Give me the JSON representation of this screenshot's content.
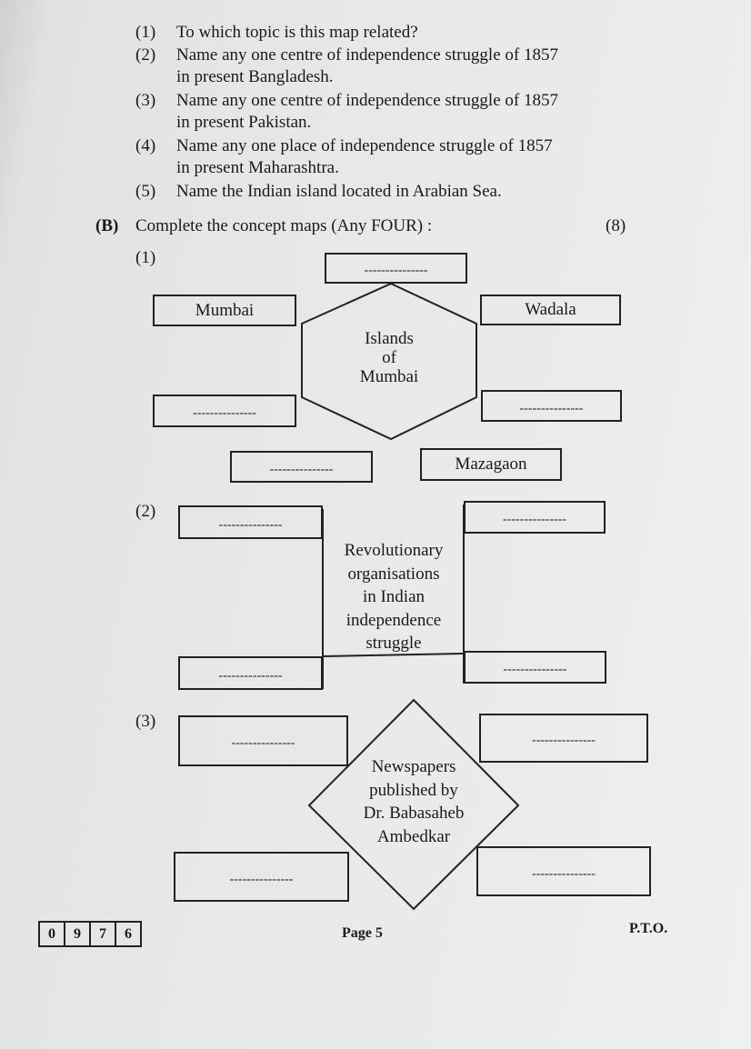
{
  "questions": [
    {
      "num": "(1)",
      "lines": [
        "To which topic is this map related?"
      ]
    },
    {
      "num": "(2)",
      "lines": [
        "Name any one centre of independence struggle of 1857",
        "in present Bangladesh."
      ]
    },
    {
      "num": "(3)",
      "lines": [
        "Name any one centre of independence struggle of 1857",
        "in present Pakistan."
      ]
    },
    {
      "num": "(4)",
      "lines": [
        "Name any one place of independence struggle of 1857",
        "in present Maharashtra."
      ]
    },
    {
      "num": "(5)",
      "lines": [
        "Name the Indian island located in Arabian Sea."
      ]
    }
  ],
  "section_b": {
    "label": "(B)",
    "title": "Complete the concept maps (Any FOUR) :",
    "marks": "(8)"
  },
  "blank": "---------------",
  "map1": {
    "num": "(1)",
    "center": [
      "Islands",
      "of",
      "Mumbai"
    ],
    "box_left_top": "Mumbai",
    "box_right_top": "Wadala",
    "box_bottom_right": "Mazagaon"
  },
  "map2": {
    "num": "(2)",
    "center": [
      "Revolutionary",
      "organisations",
      "in Indian",
      "independence",
      "struggle"
    ]
  },
  "map3": {
    "num": "(3)",
    "center": [
      "Newspapers",
      "published by",
      "Dr. Babasaheb",
      "Ambedkar"
    ]
  },
  "footer": {
    "code_digits": [
      "0",
      "9",
      "7",
      "6"
    ],
    "page": "Page 5",
    "pto": "P.T.O."
  }
}
